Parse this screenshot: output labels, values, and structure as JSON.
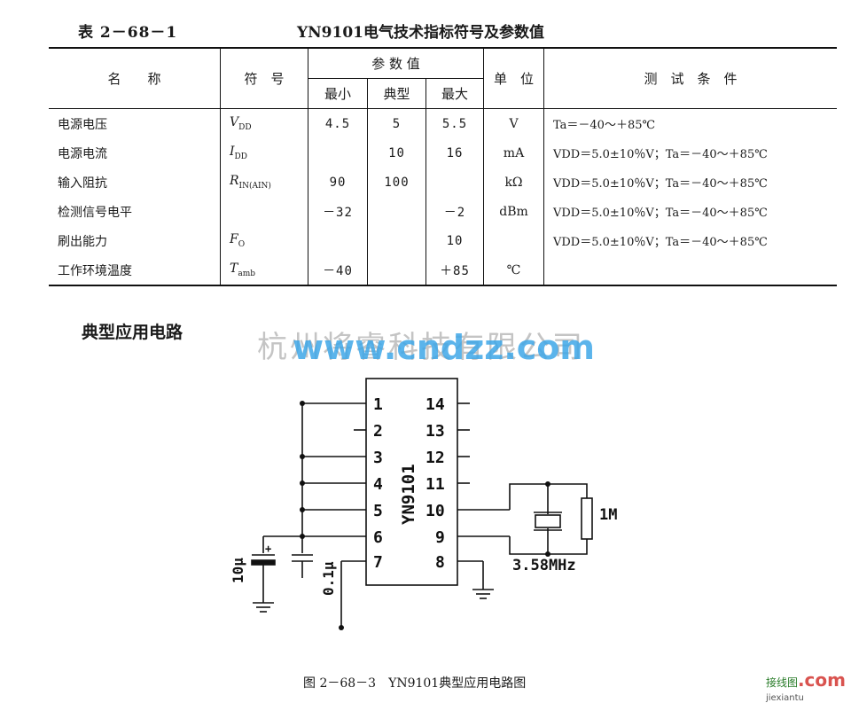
{
  "table": {
    "label": "表 2－68－1",
    "title": "YN9101电气技术指标符号及参数值",
    "headers": {
      "name": "名　　称",
      "symbol": "符　号",
      "params": "参 数 值",
      "min": "最小",
      "typ": "典型",
      "max": "最大",
      "unit": "单　位",
      "conditions": "测　试　条　件"
    },
    "rows": [
      {
        "name": "电源电压",
        "symbol": "V",
        "sub": "DD",
        "min": "4.5",
        "typ": "5",
        "max": "5.5",
        "unit": "V",
        "cond": "Ta＝－40～＋85℃"
      },
      {
        "name": "电源电流",
        "symbol": "I",
        "sub": "DD",
        "min": "",
        "typ": "10",
        "max": "16",
        "unit": "mA",
        "cond": "VDD＝5.0±10％V；Ta＝－40～＋85℃"
      },
      {
        "name": "输入阻抗",
        "symbol": "R",
        "sub": "IN(AIN)",
        "min": "90",
        "typ": "100",
        "max": "",
        "unit": "kΩ",
        "cond": "VDD＝5.0±10％V；Ta＝－40～＋85℃"
      },
      {
        "name": "检测信号电平",
        "symbol": "",
        "sub": "",
        "min": "－32",
        "typ": "",
        "max": "－2",
        "unit": "dBm",
        "cond": "VDD＝5.0±10％V；Ta＝－40～＋85℃"
      },
      {
        "name": "刷出能力",
        "symbol": "F",
        "sub": "O",
        "min": "",
        "typ": "",
        "max": "10",
        "unit": "",
        "cond": "VDD＝5.0±10％V；Ta＝－40～＋85℃"
      },
      {
        "name": "工作环境温度",
        "symbol": "T",
        "sub": "amb",
        "min": "－40",
        "typ": "",
        "max": "＋85",
        "unit": "℃",
        "cond": ""
      }
    ]
  },
  "section_heading": "典型应用电路",
  "watermark": {
    "company": "杭州将睿科技有限公司",
    "url": "www.cndzz.com"
  },
  "circuit": {
    "chip_name": "YN9101",
    "pins_left": [
      "1",
      "2",
      "3",
      "4",
      "5",
      "6",
      "7"
    ],
    "pins_right": [
      "14",
      "13",
      "12",
      "11",
      "10",
      "9",
      "8"
    ],
    "crystal_label": "3.58MHz",
    "resistor_label": "1M",
    "cap1_label": "10μ",
    "cap2_label": "0.1μ",
    "plus_sign": "+"
  },
  "figure_caption": "图 2－68－3　YN9101典型应用电路图",
  "corner_logo": {
    "text": "接线图",
    "domain": ".com",
    "sub": "jiexiantu"
  }
}
